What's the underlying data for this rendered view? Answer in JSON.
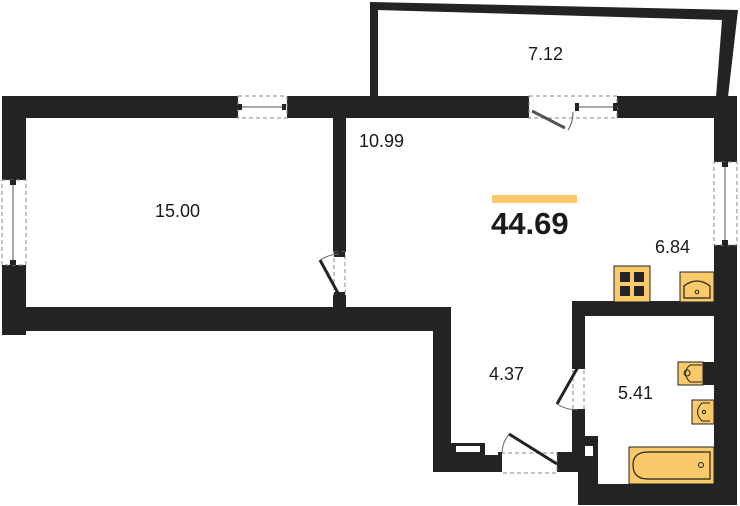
{
  "plan": {
    "total_area": "44.69",
    "accent_color": "#F9C96A",
    "wall_color": "#232323",
    "fixture_fill": "#F9C96A",
    "rooms": [
      {
        "id": "balcony",
        "label": "7.12"
      },
      {
        "id": "bedroom",
        "label": "15.00"
      },
      {
        "id": "living-kitchen",
        "label": "10.99"
      },
      {
        "id": "kitchen-zone",
        "label": "6.84"
      },
      {
        "id": "hallway",
        "label": "4.37"
      },
      {
        "id": "bathroom",
        "label": "5.41"
      }
    ],
    "fixtures": [
      {
        "id": "stove",
        "icon": "stove-icon"
      },
      {
        "id": "kitchen-sink",
        "icon": "sink-icon"
      },
      {
        "id": "toilet",
        "icon": "toilet-icon"
      },
      {
        "id": "bathroom-sink",
        "icon": "washbasin-icon"
      },
      {
        "id": "bathtub",
        "icon": "bathtub-icon"
      }
    ]
  }
}
